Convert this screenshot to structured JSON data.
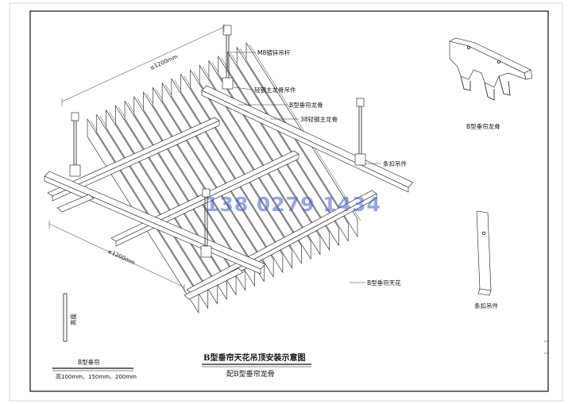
{
  "labels": {
    "rod": "M8镀锌吊杆",
    "main_hanger": "轻钢主龙骨吊件",
    "b_keel": "B型垂帘龙骨",
    "main_keel": "38轻钢主龙骨",
    "clip_hanger": "条扣吊件",
    "b_ceiling": "B型垂帘天花"
  },
  "dimensions": {
    "top": "≤1200mm",
    "bottom": "≤1200mm"
  },
  "details": {
    "keel_caption": "B型垂帘龙骨",
    "clip_caption": "条扣吊件"
  },
  "profile": {
    "height_text": "高度",
    "name": "B型垂帘",
    "sizes": "高100mm、150mm、200mm"
  },
  "title": {
    "main": "B型垂帘天花吊顶安装示意图",
    "sub": "配B型垂帘龙骨"
  },
  "watermark": "138 0279 1434"
}
